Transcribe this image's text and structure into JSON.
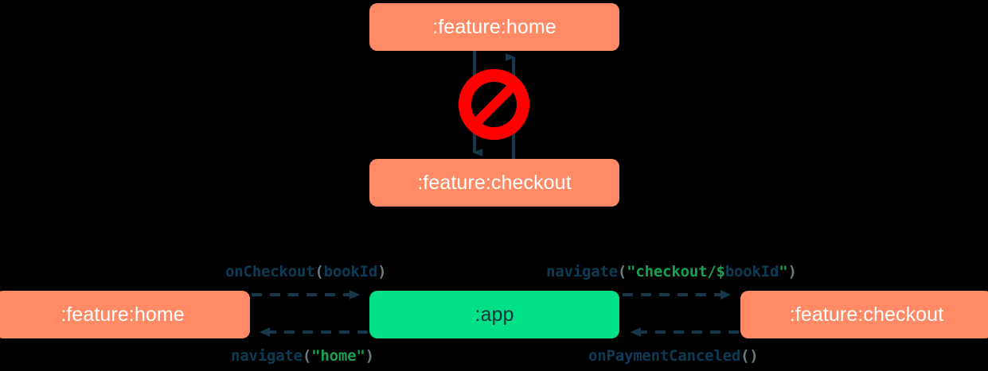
{
  "diagram": {
    "title": "module navigation dependency diagram",
    "colors": {
      "feature_module": "#ff8a65",
      "app_module": "#00e187",
      "edge": "#16384a",
      "forbidden": "#ff0000",
      "background": "#000000",
      "string_token": "#1aa053",
      "function_token": "#0d3b54",
      "punct_token": "#6b7b82"
    },
    "top_section": {
      "nodes": [
        {
          "id": "top-home",
          "label": ":feature:home",
          "type": "feature"
        },
        {
          "id": "top-checkout",
          "label": ":feature:checkout",
          "type": "feature"
        }
      ],
      "edges": [
        {
          "from": "top-home",
          "to": "top-checkout",
          "style": "solid",
          "direction": "down"
        },
        {
          "from": "top-checkout",
          "to": "top-home",
          "style": "solid",
          "direction": "up"
        }
      ],
      "annotation": {
        "icon": "forbidden-icon",
        "meaning": "direct dependency not allowed"
      }
    },
    "bottom_section": {
      "nodes": [
        {
          "id": "bottom-home",
          "label": ":feature:home",
          "type": "feature"
        },
        {
          "id": "bottom-app",
          "label": ":app",
          "type": "app"
        },
        {
          "id": "bottom-checkout",
          "label": ":feature:checkout",
          "type": "feature"
        }
      ],
      "edges": [
        {
          "id": "on-checkout",
          "from": "bottom-home",
          "to": "bottom-app",
          "style": "dashed",
          "direction": "right",
          "label": {
            "text": "onCheckout(bookId)",
            "tokens": [
              {
                "t": "onCheckout",
                "c": "fn"
              },
              {
                "t": "(",
                "c": "punct"
              },
              {
                "t": "bookId",
                "c": "var"
              },
              {
                "t": ")",
                "c": "punct"
              }
            ]
          }
        },
        {
          "id": "navigate-checkout",
          "from": "bottom-app",
          "to": "bottom-checkout",
          "style": "dashed",
          "direction": "right",
          "label": {
            "text": "navigate(\"checkout/$bookId\")",
            "tokens": [
              {
                "t": "navigate",
                "c": "fn"
              },
              {
                "t": "(",
                "c": "punct"
              },
              {
                "t": "\"checkout/$",
                "c": "str"
              },
              {
                "t": "bookId",
                "c": "var"
              },
              {
                "t": "\"",
                "c": "str"
              },
              {
                "t": ")",
                "c": "punct"
              }
            ]
          }
        },
        {
          "id": "navigate-home",
          "from": "bottom-app",
          "to": "bottom-home",
          "style": "dashed",
          "direction": "left",
          "label": {
            "text": "navigate(\"home\")",
            "tokens": [
              {
                "t": "navigate",
                "c": "fn"
              },
              {
                "t": "(",
                "c": "punct"
              },
              {
                "t": "\"home\"",
                "c": "str"
              },
              {
                "t": ")",
                "c": "punct"
              }
            ]
          }
        },
        {
          "id": "on-payment-canceled",
          "from": "bottom-checkout",
          "to": "bottom-app",
          "style": "dashed",
          "direction": "left",
          "label": {
            "text": "onPaymentCanceled()",
            "tokens": [
              {
                "t": "onPaymentCanceled",
                "c": "fn"
              },
              {
                "t": "()",
                "c": "punct"
              }
            ]
          }
        }
      ]
    }
  }
}
